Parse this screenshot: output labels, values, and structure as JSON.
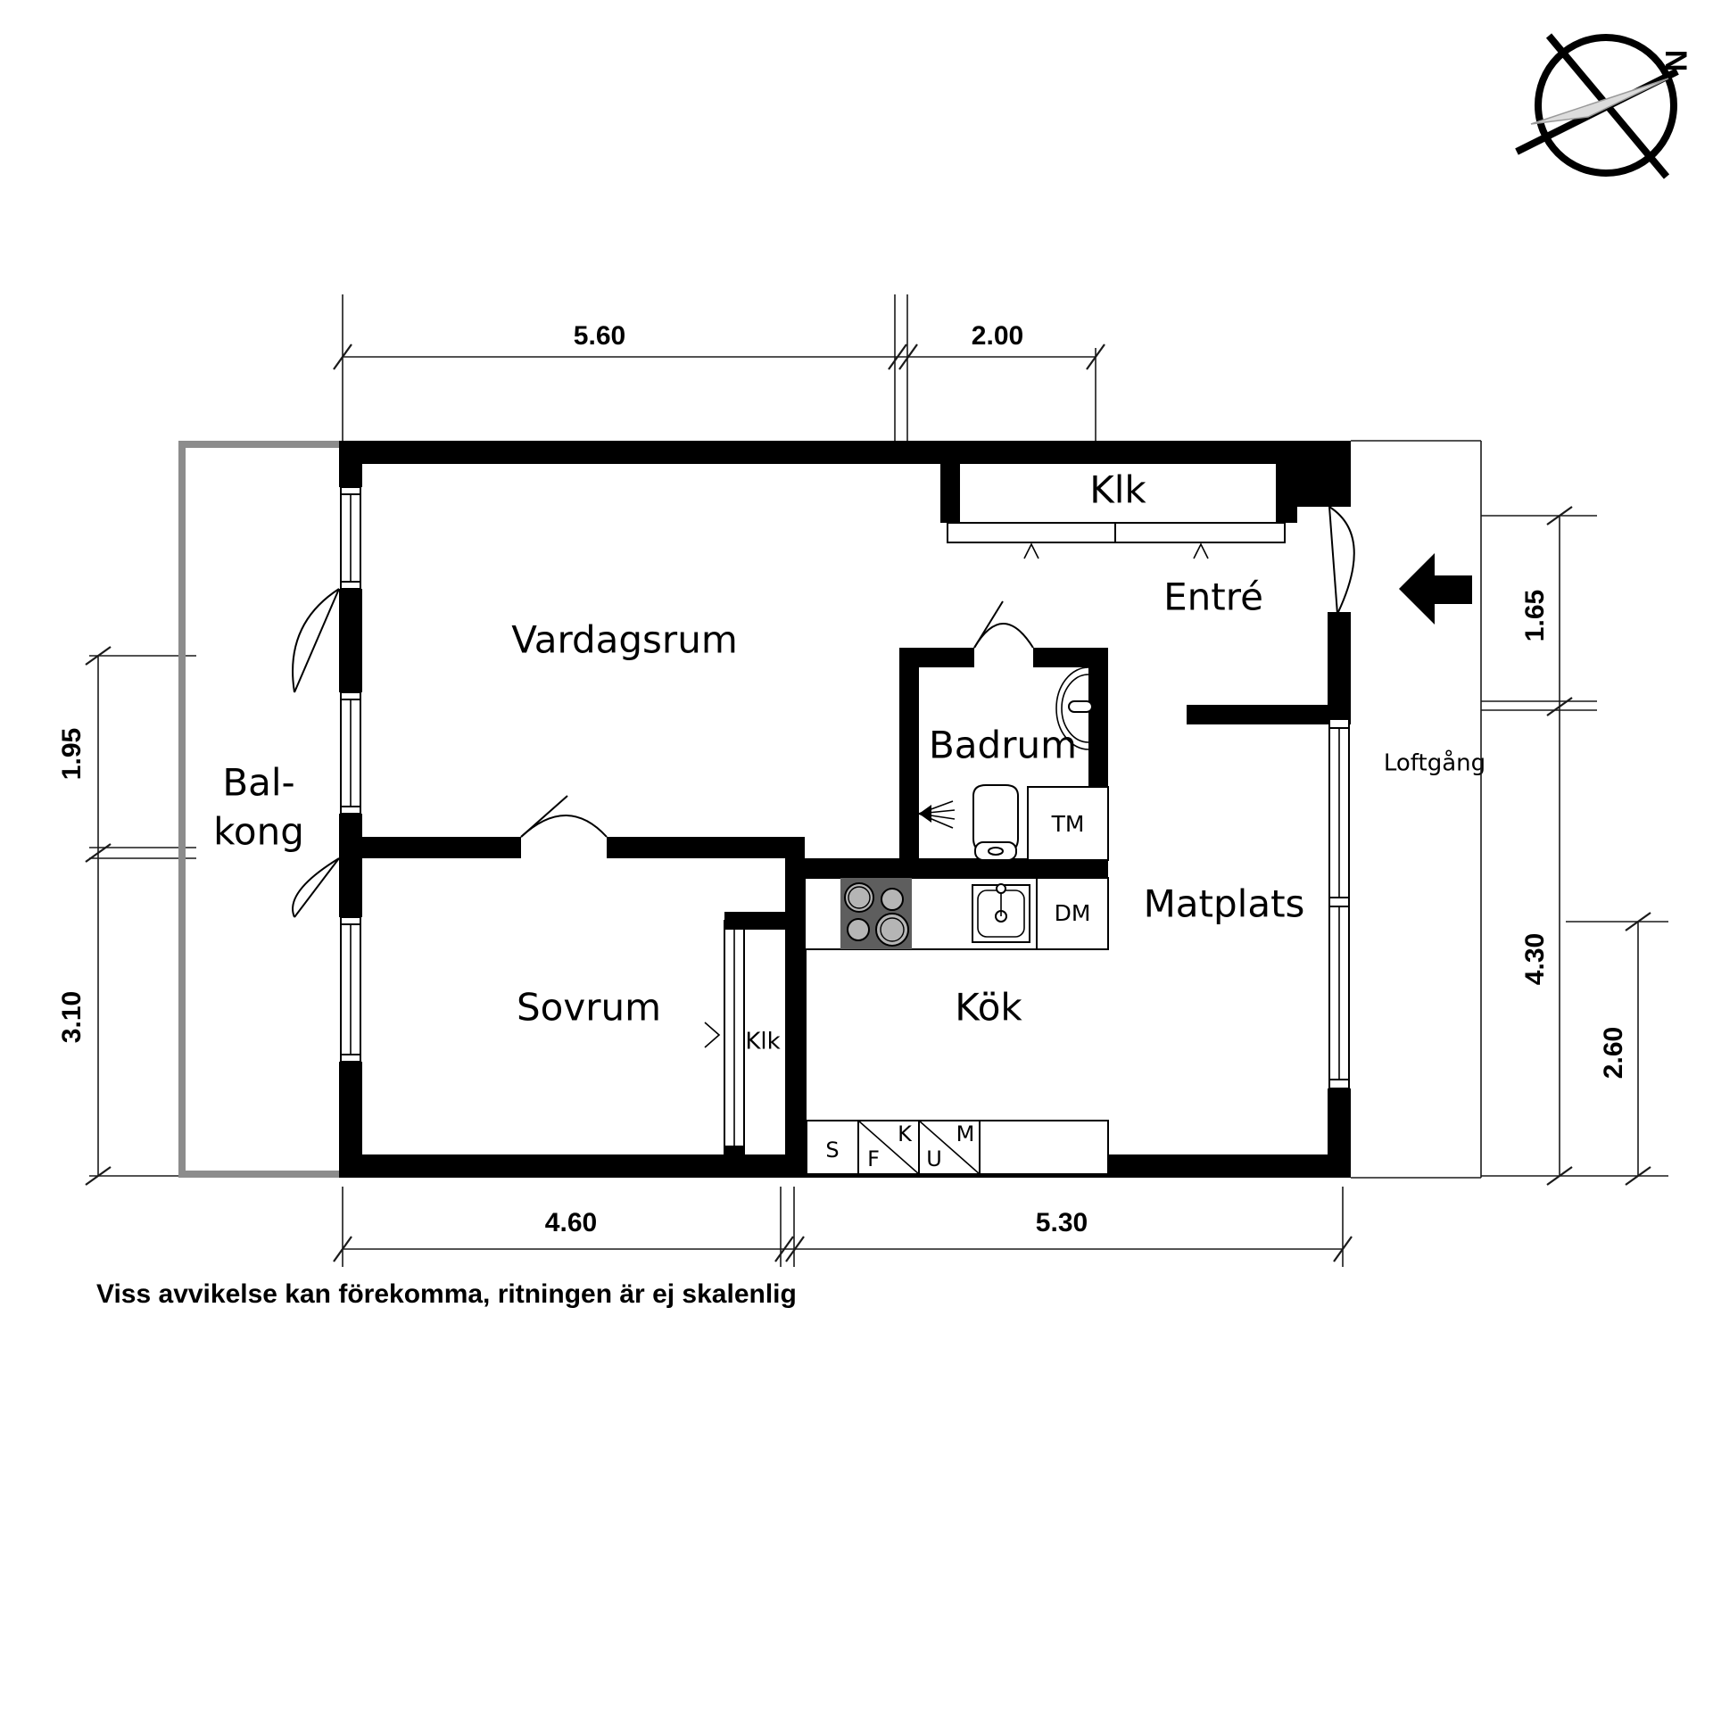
{
  "document": {
    "type": "apartment-floor-plan",
    "disclaimer": "Viss avvikelse kan förekomma, ritningen är ej skalenlig"
  },
  "compass": {
    "north_label": "N"
  },
  "rooms": [
    {
      "key": "vardagsrum",
      "label": "Vardagsrum"
    },
    {
      "key": "sovrum",
      "label": "Sovrum"
    },
    {
      "key": "kok",
      "label": "Kök"
    },
    {
      "key": "badrum",
      "label": "Badrum"
    },
    {
      "key": "matplats",
      "label": "Matplats"
    },
    {
      "key": "entre",
      "label": "Entré"
    },
    {
      "key": "loftgang",
      "label": "Loftgång"
    },
    {
      "key": "klk_entre",
      "label": "Klk"
    },
    {
      "key": "klk_sovrum",
      "label": "Klk"
    }
  ],
  "balcony": {
    "label_line1": "Bal-",
    "label_line2": "kong"
  },
  "appliances": [
    {
      "key": "tm",
      "label": "TM"
    },
    {
      "key": "dm",
      "label": "DM"
    },
    {
      "key": "s",
      "label": "S"
    },
    {
      "key": "k",
      "label": "K"
    },
    {
      "key": "f",
      "label": "F"
    },
    {
      "key": "m",
      "label": "M"
    },
    {
      "key": "u",
      "label": "U"
    }
  ],
  "dimensions": {
    "top": [
      {
        "key": "top-5-60",
        "value": "5.60"
      },
      {
        "key": "top-2-00",
        "value": "2.00"
      }
    ],
    "bottom": [
      {
        "key": "bottom-4-60",
        "value": "4.60"
      },
      {
        "key": "bottom-5-30",
        "value": "5.30"
      }
    ],
    "left": [
      {
        "key": "left-1-95",
        "value": "1.95"
      },
      {
        "key": "left-3-10",
        "value": "3.10"
      }
    ],
    "right": [
      {
        "key": "right-1-65",
        "value": "1.65"
      },
      {
        "key": "right-4-30",
        "value": "4.30"
      },
      {
        "key": "right-2-60",
        "value": "2.60"
      }
    ]
  },
  "colors": {
    "wall": "#000000",
    "balcony_wall": "#8c8c8c",
    "stove": "#5e5e5e",
    "burner": "#b5b5b5",
    "line": "#1a1a1a",
    "background": "#ffffff"
  }
}
